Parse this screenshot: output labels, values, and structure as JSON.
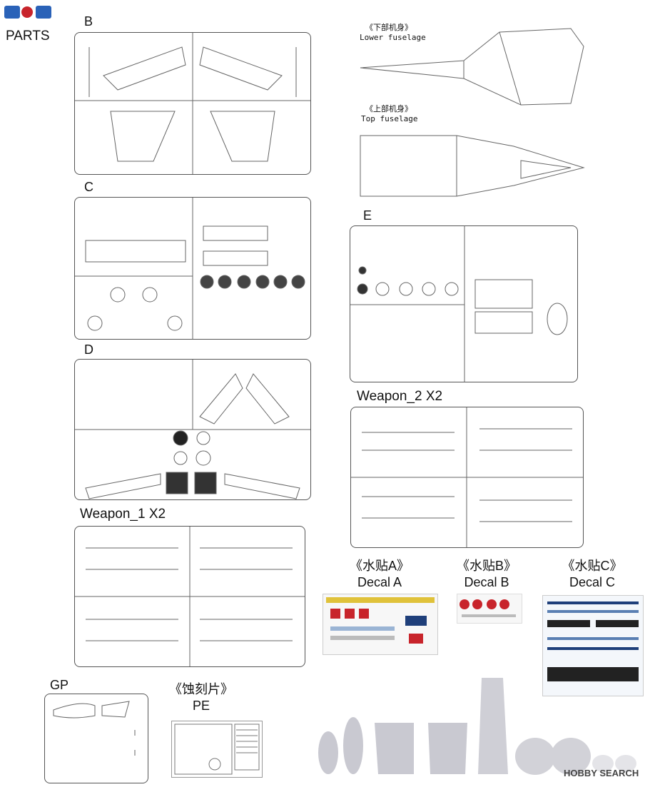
{
  "header": {
    "parts_label": "PARTS"
  },
  "sprues": {
    "B": "B",
    "C": "C",
    "D": "D",
    "E": "E",
    "weapon1": "Weapon_1  X2",
    "weapon2": "Weapon_2  X2",
    "gp": "GP"
  },
  "fuselage": {
    "lower_cn": "《下部机身》",
    "lower_en": "Lower fuselage",
    "top_cn": "《上部机身》",
    "top_en": "Top fuselage"
  },
  "decals": {
    "a_cn": "《水贴A》",
    "a_en": "Decal A",
    "b_cn": "《水贴B》",
    "b_en": "Decal B",
    "c_cn": "《水贴C》",
    "c_en": "Decal C"
  },
  "pe": {
    "cn": "《蚀刻片》",
    "en": "PE"
  },
  "watermark": {
    "text": "HOBBY SEARCH"
  },
  "colors": {
    "line": "#555555",
    "decal_red": "#c8242b",
    "decal_blue": "#1f3f7a",
    "decal_yellow": "#e0c23a",
    "resin": "#c9c9d1"
  }
}
